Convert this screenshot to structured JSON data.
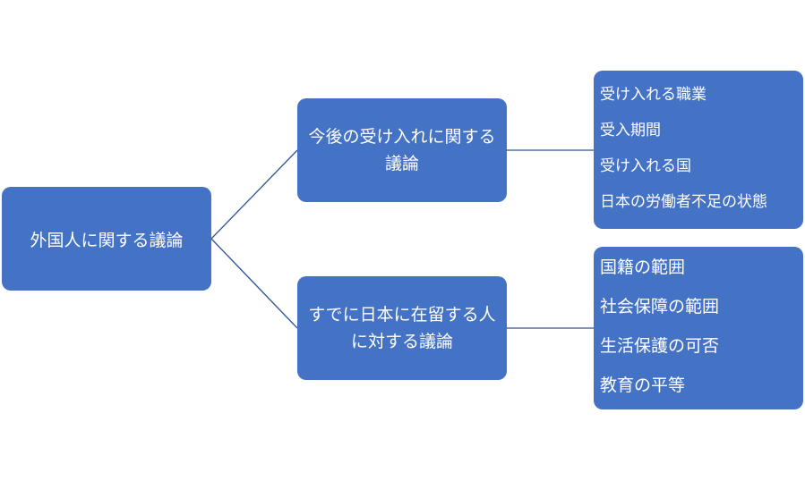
{
  "root": {
    "label": "外国人に関する議論"
  },
  "branches": [
    {
      "label": "今後の受け入れに関する議論",
      "items": [
        "受け入れる職業",
        "受入期間",
        "受け入れる国",
        "日本の労働者不足の状態"
      ]
    },
    {
      "label": "すでに日本に在留する人に対する議論",
      "items": [
        "国籍の範囲",
        "社会保障の範囲",
        "生活保護の可否",
        "教育の平等"
      ]
    }
  ],
  "colors": {
    "box_fill": "#4472c4",
    "connector": "#2f5597",
    "text": "#ffffff"
  }
}
